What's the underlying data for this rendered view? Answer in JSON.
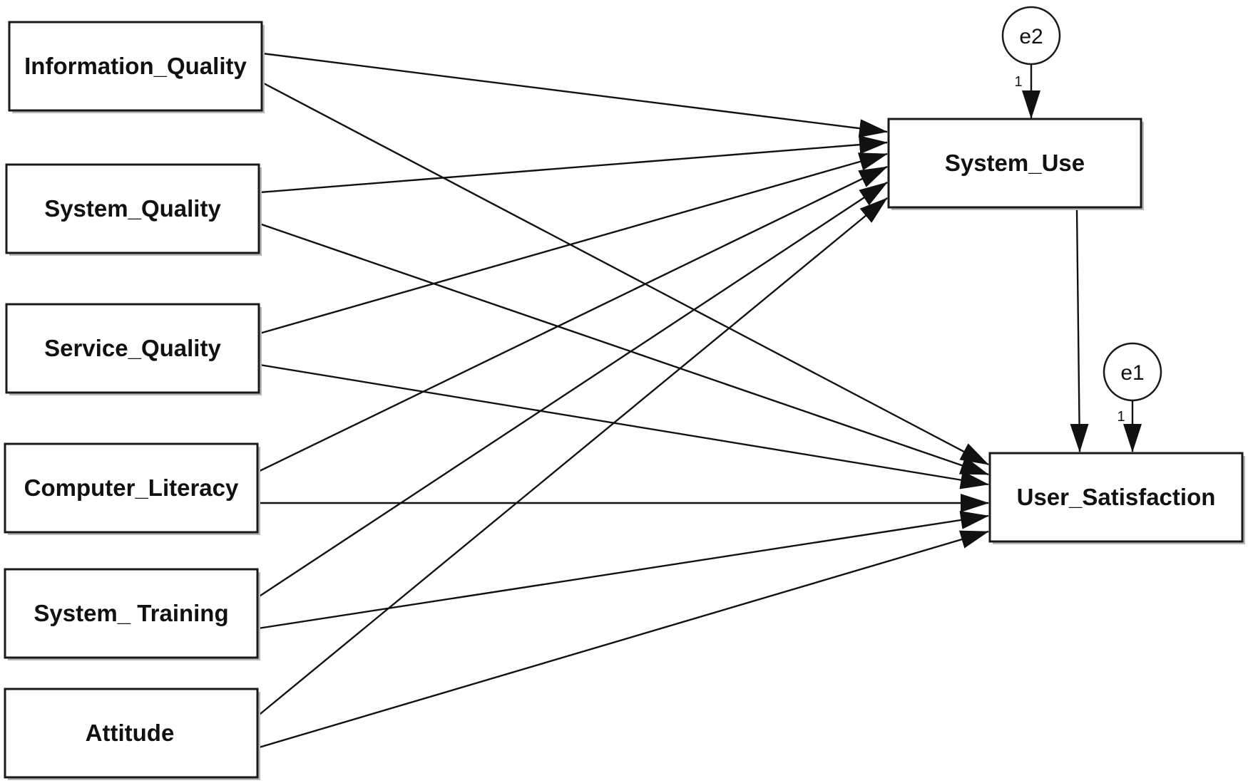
{
  "diagram": {
    "nodes": {
      "information_quality": "Information_Quality",
      "system_quality": "System_Quality",
      "service_quality": "Service_Quality",
      "computer_literacy": "Computer_Literacy",
      "system_training": "System_ Training",
      "attitude": "Attitude",
      "system_use": "System_Use",
      "user_satisfaction": "User_Satisfaction"
    },
    "errors": {
      "e1": "e1",
      "e2": "e2"
    },
    "weights": {
      "e1_weight": "1",
      "e2_weight": "1"
    },
    "edges": [
      {
        "from": "information_quality",
        "to": "system_use"
      },
      {
        "from": "information_quality",
        "to": "user_satisfaction"
      },
      {
        "from": "system_quality",
        "to": "system_use"
      },
      {
        "from": "system_quality",
        "to": "user_satisfaction"
      },
      {
        "from": "service_quality",
        "to": "system_use"
      },
      {
        "from": "service_quality",
        "to": "user_satisfaction"
      },
      {
        "from": "computer_literacy",
        "to": "system_use"
      },
      {
        "from": "computer_literacy",
        "to": "user_satisfaction"
      },
      {
        "from": "system_training",
        "to": "system_use"
      },
      {
        "from": "system_training",
        "to": "user_satisfaction"
      },
      {
        "from": "attitude",
        "to": "system_use"
      },
      {
        "from": "attitude",
        "to": "user_satisfaction"
      },
      {
        "from": "system_use",
        "to": "user_satisfaction"
      },
      {
        "from": "e2",
        "to": "system_use"
      },
      {
        "from": "e1",
        "to": "user_satisfaction"
      }
    ]
  }
}
